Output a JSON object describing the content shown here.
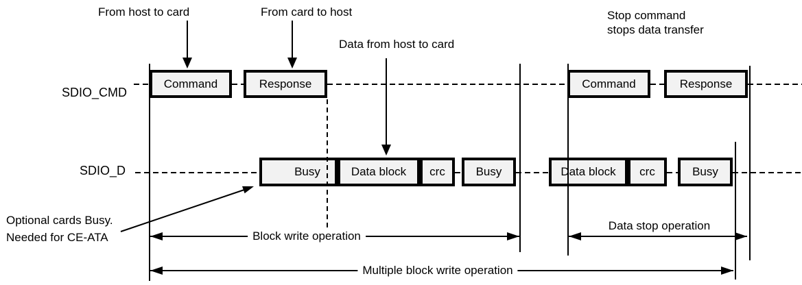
{
  "signals": {
    "cmd_label": "SDIO_CMD",
    "d_label": "SDIO_D"
  },
  "annotations": {
    "from_host_to_card": "From host to card",
    "from_card_to_host": "From card to host",
    "data_from_host_to_card": "Data from host to card",
    "stop_command_line1": "Stop command",
    "stop_command_line2": "stops data transfer",
    "optional_busy_line1": "Optional cards Busy.",
    "optional_busy_line2": "Needed for CE-ATA"
  },
  "cmd_boxes": {
    "command1": "Command",
    "response1": "Response",
    "command2": "Command",
    "response2": "Response"
  },
  "d_boxes": {
    "busy1": "Busy",
    "data_block1": "Data block",
    "crc1": "crc",
    "busy2": "Busy",
    "data_block2": "Data block",
    "crc2": "crc",
    "busy3": "Busy"
  },
  "spans": {
    "block_write": "Block write operation",
    "data_stop": "Data stop operation",
    "multiple_block_write": "Multiple block write operation"
  },
  "colors": {
    "line": "#000000",
    "box_fill": "#f2f2f2",
    "background": "#ffffff"
  }
}
